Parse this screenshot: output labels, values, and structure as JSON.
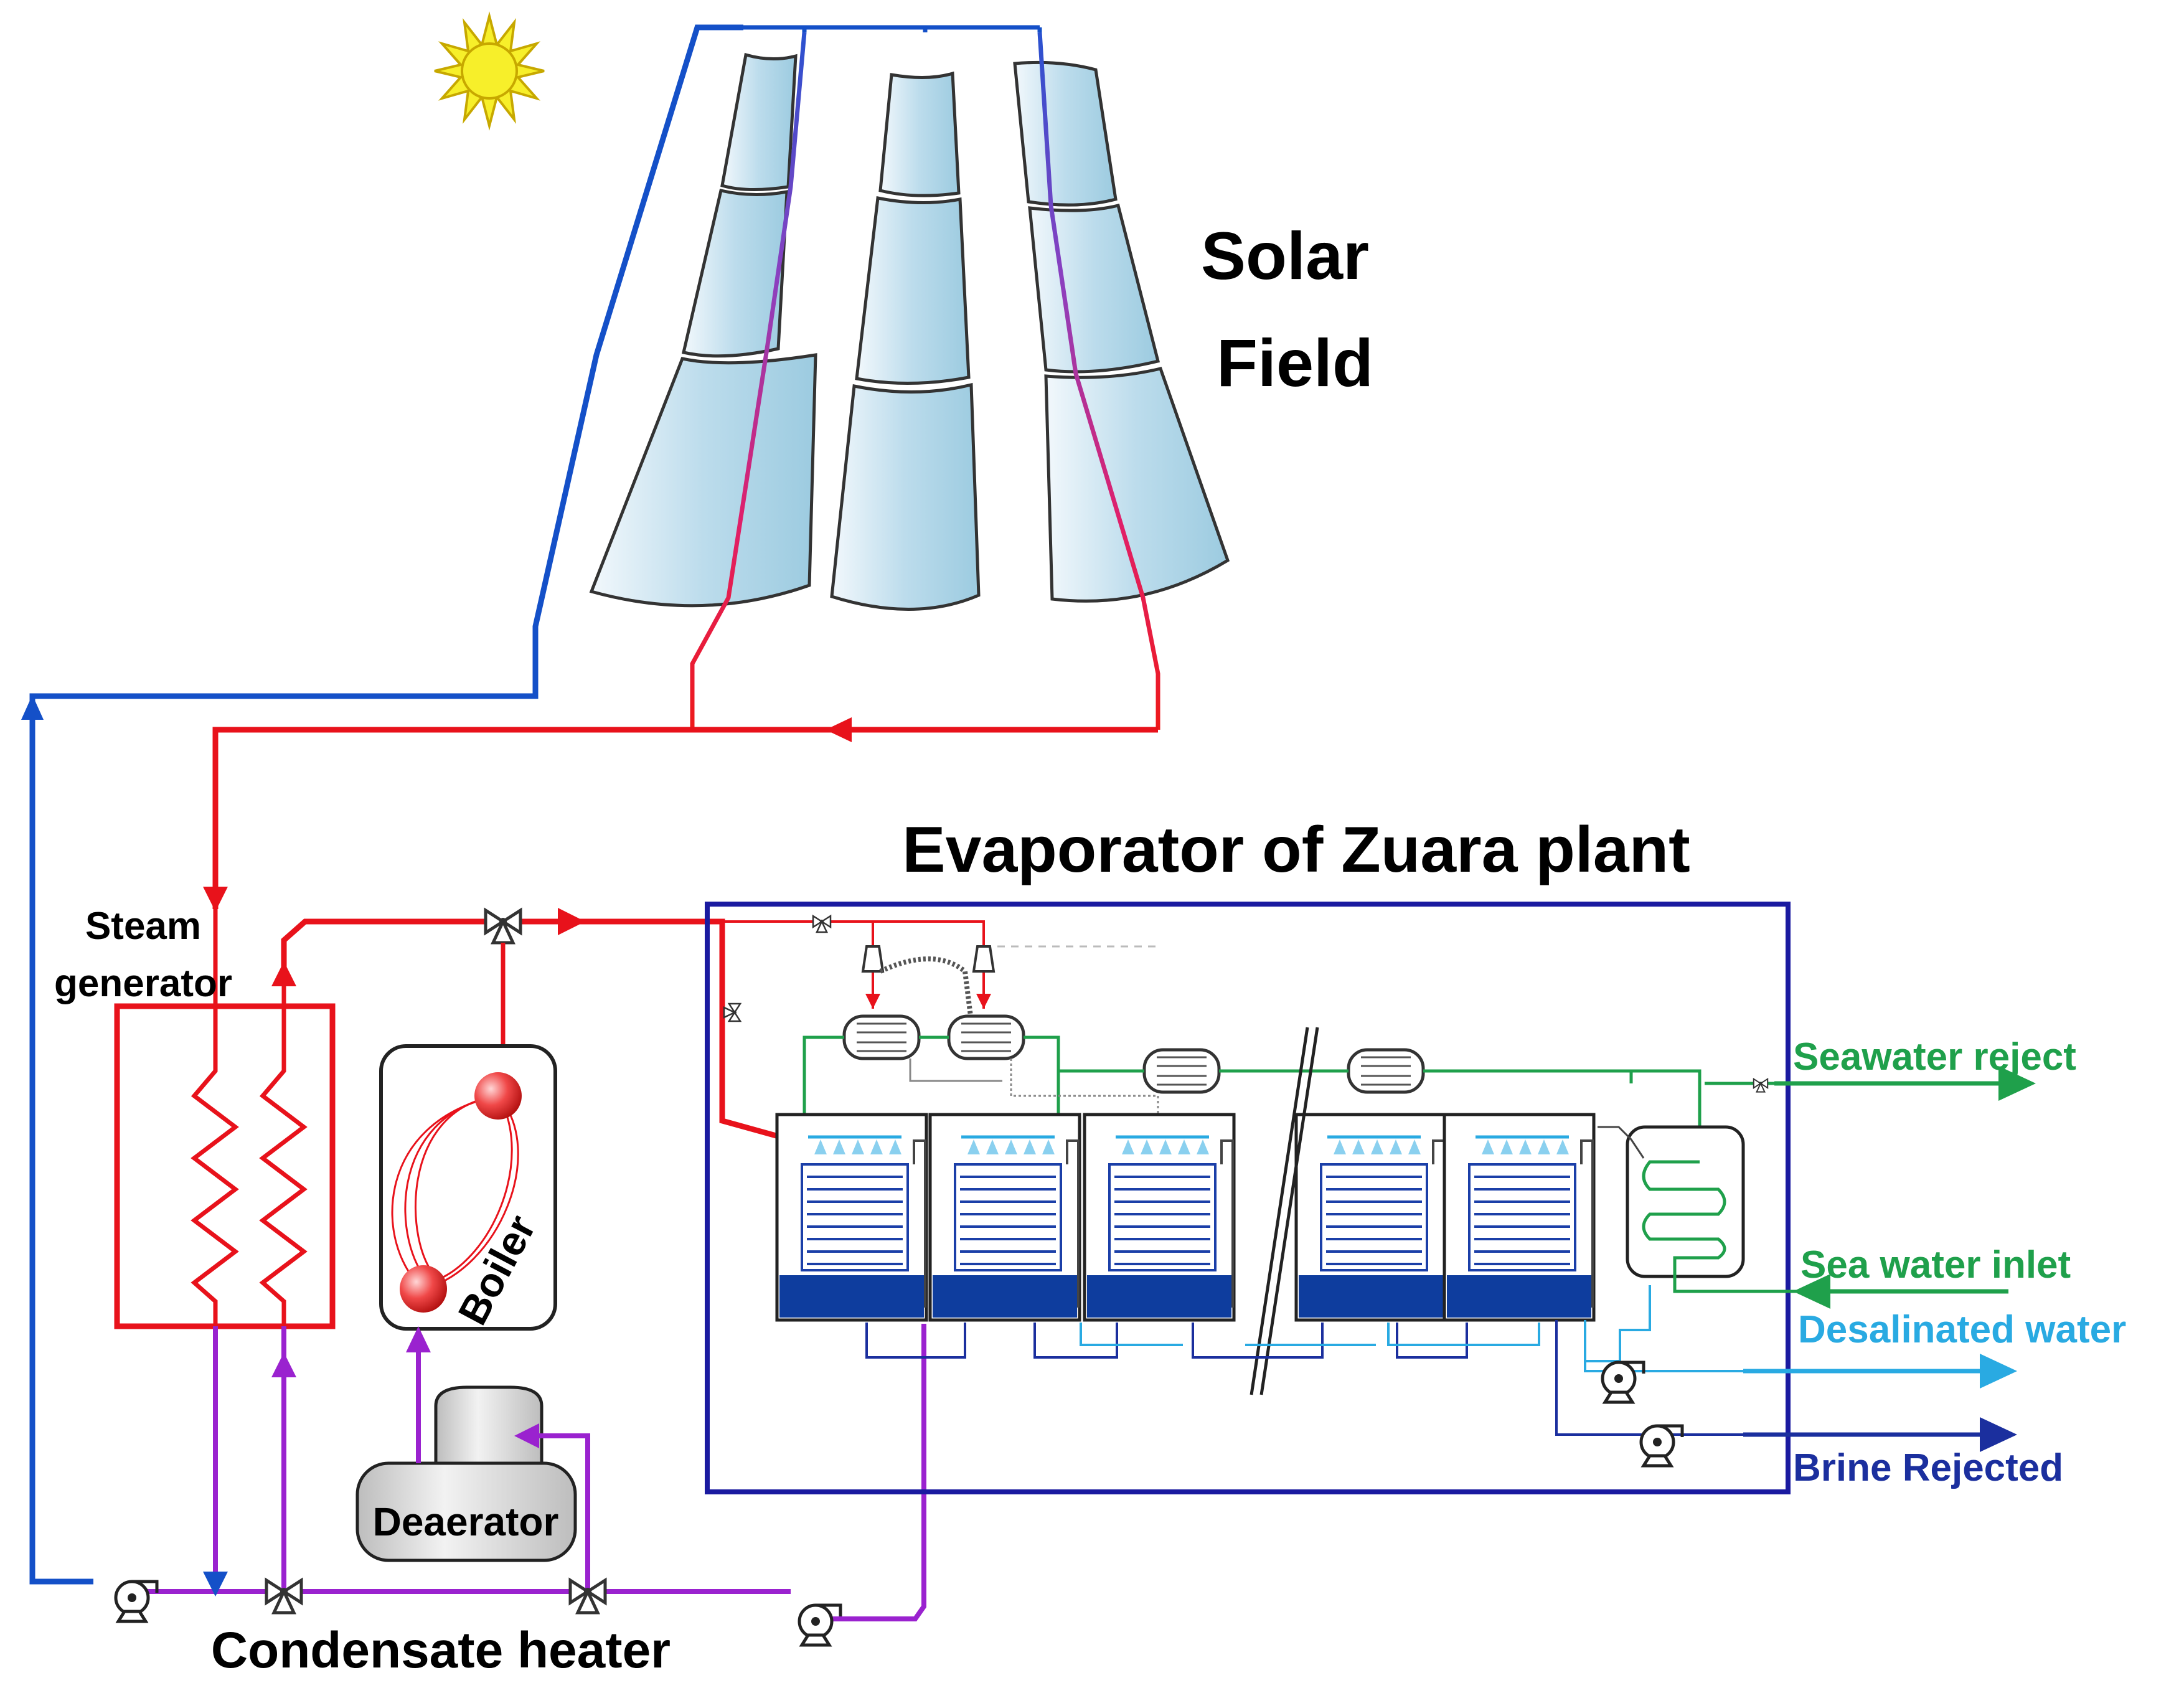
{
  "labels": {
    "solar_line1": "Solar",
    "solar_line2": "Field",
    "evaporator_title": "Evaporator of Zuara plant",
    "steam_line1": "Steam",
    "steam_line2": "generator",
    "boiler": "Boiler",
    "deaerator": "Deaerator",
    "condensate_heater": "Condensate heater",
    "seawater_reject": "Seawater reject",
    "sea_water_inlet": "Sea water inlet",
    "desalinated_water": "Desalinated water",
    "brine_rejected": "Brine Rejected"
  },
  "colors": {
    "hot": "#e8121b",
    "cold": "#1450c8",
    "condensate": "#9a22cf",
    "seawater": "#1fa04b",
    "desalinated": "#29aae2",
    "brine": "#1b2f9e",
    "frame": "#1a1aa0",
    "mirror": "#cfe6f2",
    "sun": "#f7ef2a"
  },
  "icons": [
    "sun-icon",
    "pump-icon",
    "three-way-valve-icon",
    "valve-icon",
    "arrow-icon"
  ]
}
